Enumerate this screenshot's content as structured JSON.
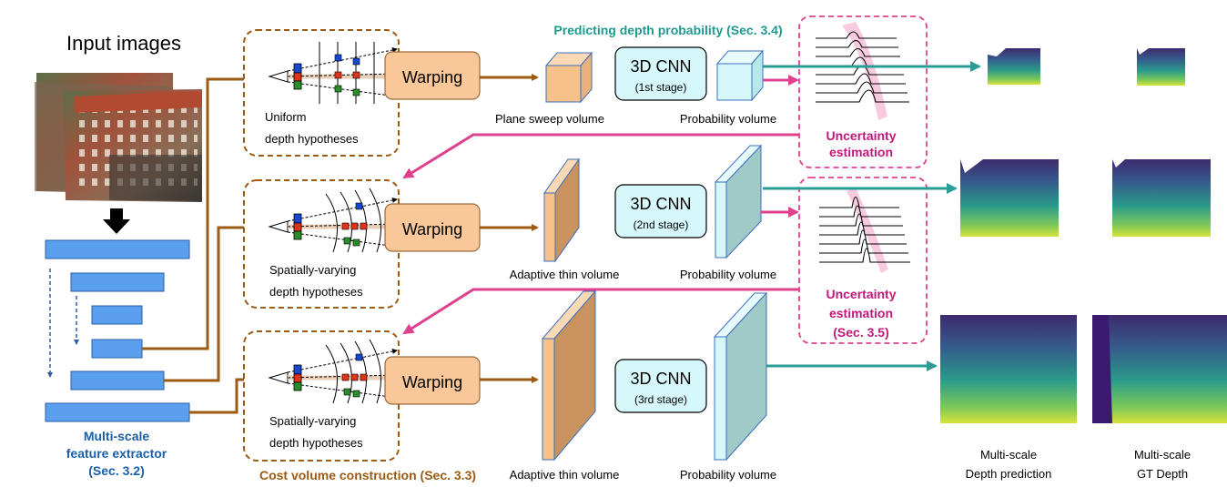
{
  "input_title": "Input images",
  "extractor": {
    "line1": "Multi-scale",
    "line2": "feature extractor",
    "line3": "(Sec. 3.2)"
  },
  "cost_volume_label": "Cost volume construction (Sec. 3.3)",
  "predict_label": "Predicting depth probability (Sec. 3.4)",
  "stages": [
    {
      "hyp_line1": "Uniform",
      "hyp_line2": "depth hypotheses",
      "warping": "Warping",
      "volume_label": "Plane sweep volume",
      "cnn_title": "3D CNN",
      "cnn_sub": "(1st stage)",
      "prob_label": "Probability volume"
    },
    {
      "hyp_line1": "Spatially-varying",
      "hyp_line2": "depth hypotheses",
      "warping": "Warping",
      "volume_label": "Adaptive thin volume",
      "cnn_title": "3D CNN",
      "cnn_sub": "(2nd stage)",
      "prob_label": "Probability volume"
    },
    {
      "hyp_line1": "Spatially-varying",
      "hyp_line2": "depth hypotheses",
      "warping": "Warping",
      "volume_label": "Adaptive thin volume",
      "cnn_title": "3D CNN",
      "cnn_sub": "(3rd stage)",
      "prob_label": "Probability volume"
    }
  ],
  "uncertainty": [
    {
      "line1": "Uncertainty",
      "line2": "estimation"
    },
    {
      "line1": "Uncertainty",
      "line2": "estimation",
      "line3": "(Sec. 3.5)"
    }
  ],
  "outputs": {
    "pred_line1": "Multi-scale",
    "pred_line2": "Depth prediction",
    "gt_line1": "Multi-scale",
    "gt_line2": "GT Depth"
  },
  "colors": {
    "brown": "#9c5a12",
    "teal": "#2a9d96",
    "magenta": "#e0418f",
    "blue_bar": "#5aa0ee",
    "warp_fill": "#fac898",
    "cnn_fill": "#d7f8fb",
    "dark_blue_text": "#1a5fa8",
    "cost_text": "#9c5a12",
    "predict_text": "#1f9a8f",
    "uncert_text": "#c2187a"
  }
}
